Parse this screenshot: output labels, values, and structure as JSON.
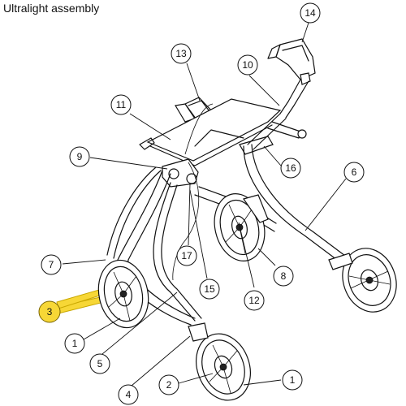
{
  "title": "Ultralight assembly",
  "highlight_color": "#f7d736",
  "callouts": [
    "14",
    "13",
    "10",
    "11",
    "9",
    "16",
    "6",
    "7",
    "3",
    "1",
    "17",
    "15",
    "12",
    "8",
    "5",
    "4",
    "2",
    "1"
  ]
}
